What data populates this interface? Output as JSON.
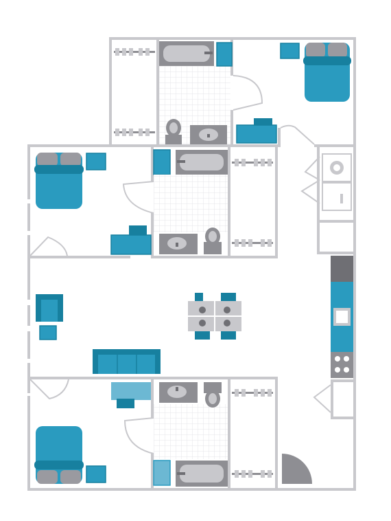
{
  "floor_plan": {
    "colors": {
      "wall": "#c8c8cc",
      "accent_teal": "#2a9bbf",
      "accent_teal_dark": "#17809f",
      "accent_light": "#6cb8d3",
      "fixture_gray": "#8e8e93",
      "fixture_dark": "#6f6f74",
      "tile_grid": "#e4e4e8",
      "pillow": "#9a9aa0"
    },
    "rooms": [
      {
        "name": "bedroom-top-right",
        "furniture": [
          "bed",
          "nightstand",
          "desk",
          "chair"
        ]
      },
      {
        "name": "bathroom-top",
        "furniture": [
          "bathtub",
          "toilet",
          "sink",
          "cabinet"
        ]
      },
      {
        "name": "bedroom-middle-left",
        "furniture": [
          "bed",
          "nightstand",
          "desk",
          "chair"
        ]
      },
      {
        "name": "bathroom-middle",
        "furniture": [
          "bathtub",
          "toilet",
          "sink",
          "cabinet"
        ]
      },
      {
        "name": "living-room",
        "furniture": [
          "sofa",
          "armchair",
          "side-table",
          "dining-table",
          "dining-chairs"
        ]
      },
      {
        "name": "kitchen",
        "furniture": [
          "counter",
          "kitchen-sink",
          "stove",
          "refrigerator"
        ]
      },
      {
        "name": "laundry",
        "furniture": [
          "washer",
          "dryer"
        ]
      },
      {
        "name": "bedroom-bottom-left",
        "furniture": [
          "bed",
          "nightstand",
          "desk",
          "chair"
        ]
      },
      {
        "name": "bathroom-bottom",
        "furniture": [
          "bathtub",
          "toilet",
          "sink",
          "cabinet"
        ]
      }
    ]
  }
}
